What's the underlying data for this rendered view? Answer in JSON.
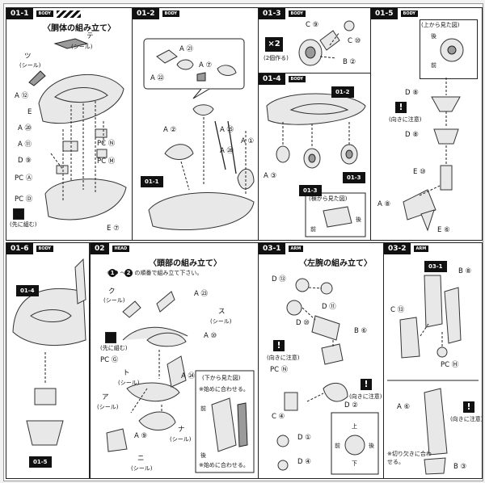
{
  "panels": {
    "p0101": {
      "step": "01-1",
      "section": "BODY",
      "title": "〈胴体の組み立て〉",
      "labels": {
        "te": "テ",
        "seal1": "(シール)",
        "tsu": "ツ",
        "seal2": "(シール)",
        "a12": "A ⑫",
        "e_label": "E",
        "a20": "A ⑳",
        "a11": "A ⑪",
        "d9": "D ⑨",
        "pcn": "PC Ⓝ",
        "pcm": "PC Ⓜ",
        "pca": "PC Ⓐ",
        "pcd": "PC Ⓓ",
        "senni": "(先に組む)",
        "e7": "E ⑦"
      }
    },
    "p0102": {
      "step": "01-2",
      "section": "BODY",
      "labels": {
        "a21": "A ㉑",
        "a22": "A ㉒",
        "a7": "A ⑦",
        "a2": "A ②",
        "a25": "A ㉕",
        "a26": "A ㉖",
        "a1": "A ①",
        "ref": "01-1"
      }
    },
    "p0103": {
      "step": "01-3",
      "section": "BODY",
      "x2": "×2",
      "x2note": "(2個作る)",
      "labels": {
        "c9": "C ⑨",
        "c10": "C ⑩",
        "b2": "B ②"
      }
    },
    "p0104": {
      "step": "01-4",
      "section": "BODY",
      "labels": {
        "ref1": "01-2",
        "a3": "A ③",
        "ref2": "01-3",
        "ref3": "01-3",
        "side": "(横から見た図)",
        "front": "前",
        "back": "後"
      }
    },
    "p0105": {
      "step": "01-5",
      "section": "BODY",
      "topview": "(上から見た図)",
      "labels": {
        "back": "後",
        "front": "前",
        "d8a": "D ⑧",
        "caution": "(向きに注意)",
        "d8b": "D ⑧",
        "e10": "E ⑩",
        "a8": "A ⑧",
        "e6": "E ⑥"
      }
    },
    "p0106": {
      "step": "01-6",
      "section": "BODY",
      "labels": {
        "ref1": "01-4",
        "ref2": "01-5"
      }
    },
    "p02": {
      "step": "02",
      "section": "HEAD",
      "title": "〈頭部の組み立て〉",
      "note": "※ ❶ 〜 ❷ の順番で組み立て下さい。",
      "labels": {
        "ku": "ク",
        "seal1": "(シール)",
        "a23": "A ㉓",
        "su": "ス",
        "seal2": "(シール)",
        "a10": "A ⑩",
        "senni": "(先に組む)",
        "pcg": "PC Ⓖ",
        "to": "ト",
        "seal3": "(シール)",
        "a24": "A ㉔",
        "a": "ア",
        "seal4": "(シール)",
        "a9": "A ⑨",
        "na": "ナ",
        "seal5": "(シール)",
        "ni": "ニ",
        "seal6": "(シール)",
        "under": "(下から見た図)",
        "note1": "※始めに合わせる。",
        "note2": "※始めに合わせる。",
        "mae": "前",
        "ushiro": "後"
      }
    },
    "p0301": {
      "step": "03-1",
      "section": "ARM",
      "title": "〈左腕の組み立て〉",
      "labels": {
        "d13": "D ⑬",
        "d11": "D ⑪",
        "d10": "D ⑩",
        "b6": "B ⑥",
        "caution": "(向きに注意)",
        "pcn": "PC Ⓝ",
        "caution2": "(向きに注意)",
        "c4": "C ④",
        "d1": "D ①",
        "d4": "D ④",
        "d2": "D ②",
        "up": "上",
        "down": "下",
        "mae": "前",
        "ushiro": "後"
      }
    },
    "p0302": {
      "step": "03-2",
      "section": "ARM",
      "labels": {
        "ref": "03-1",
        "b8": "B ⑧",
        "c13": "C ⑬",
        "pch": "PC Ⓗ",
        "a6": "A ⑥",
        "caution": "(向きに注意)",
        "note": "※切り欠きに合わせる。",
        "b3": "B ③"
      }
    }
  }
}
